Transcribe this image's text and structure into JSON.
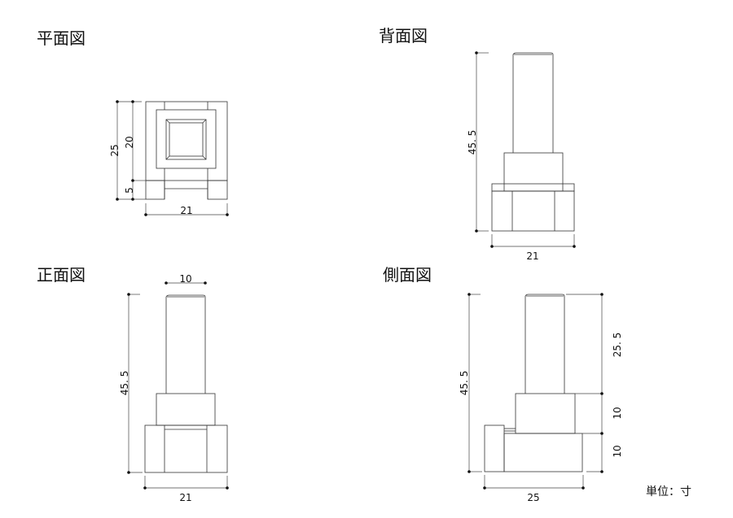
{
  "titles": {
    "plan": "平面図",
    "back": "背面図",
    "front": "正面図",
    "side": "側面図"
  },
  "unit_label": "単位：寸",
  "dimensions": {
    "plan": {
      "depth_total": "25",
      "depth_top": "20",
      "depth_bottom": "5",
      "width": "21"
    },
    "back": {
      "height": "45. 5",
      "width": "21"
    },
    "front": {
      "height": "45. 5",
      "shaft_width": "10",
      "width": "21"
    },
    "side": {
      "height": "45. 5",
      "shaft_height": "25. 5",
      "middle_height": "10",
      "base_height": "10",
      "depth": "25"
    }
  }
}
